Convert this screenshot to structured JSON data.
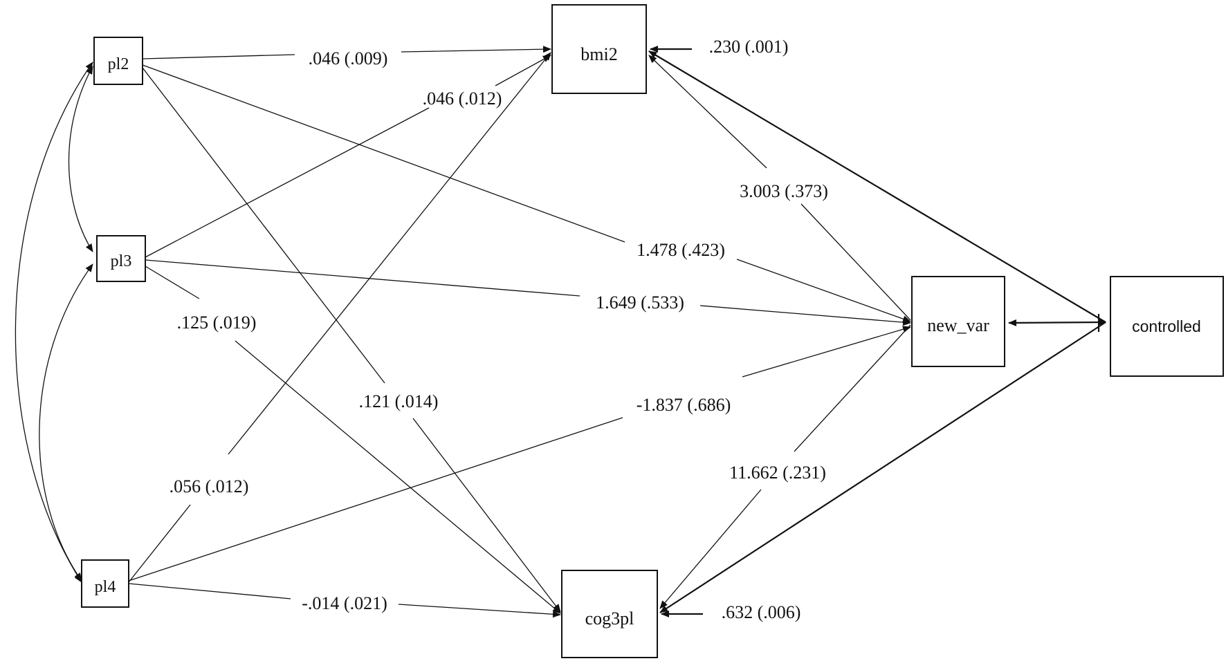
{
  "nodes": {
    "pl2": "pl2",
    "pl3": "pl3",
    "pl4": "pl4",
    "bmi2": "bmi2",
    "cog3pl": "cog3pl",
    "new_var": "new_var",
    "controlled": "controlled"
  },
  "paths": {
    "pl2_bmi2": ".046 (.009)",
    "pl3_bmi2": ".046 (.012)",
    "pl4_bmi2": ".056 (.012)",
    "pl2_new_var": "1.478 (.423)",
    "pl3_new_var": "1.649 (.533)",
    "pl4_new_var": "-1.837 (.686)",
    "pl2_cog3pl": ".121 (.014)",
    "pl3_cog3pl": ".125 (.019)",
    "pl4_cog3pl": "-.014 (.021)",
    "new_var_bmi2": "3.003 (.373)",
    "new_var_cog3pl": "11.662 (.231)"
  },
  "errors": {
    "bmi2": ".230 (.001)",
    "cog3pl": ".632 (.006)"
  }
}
